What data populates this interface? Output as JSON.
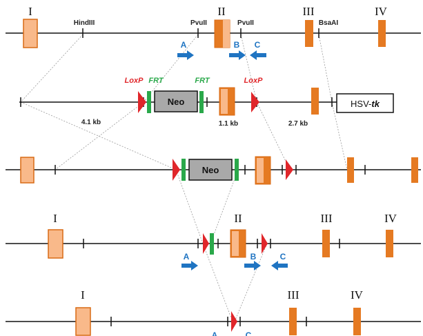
{
  "labels": {
    "exon_I": "I",
    "exon_II": "II",
    "exon_III": "III",
    "exon_IV": "IV",
    "hindiii": "HindIII",
    "pvuii": "PvuII",
    "bsaai": "BsaAI",
    "loxp": "LoxP",
    "frt": "FRT",
    "neo": "Neo",
    "hsv": "HSV-",
    "tk": "tk",
    "kb_41": "4.1 kb",
    "kb_11": "1.1 kb",
    "kb_27": "2.7 kb",
    "primer_a": "A",
    "primer_b": "B",
    "primer_c": "C"
  },
  "colors": {
    "exon_light": "#f9b98a",
    "exon_dark": "#e57a22",
    "exon_border": "#d86a14",
    "loxp": "#e0262a",
    "frt": "#2aa84a",
    "neo_fill": "#a9a9a9",
    "primer": "#1f74c2"
  }
}
